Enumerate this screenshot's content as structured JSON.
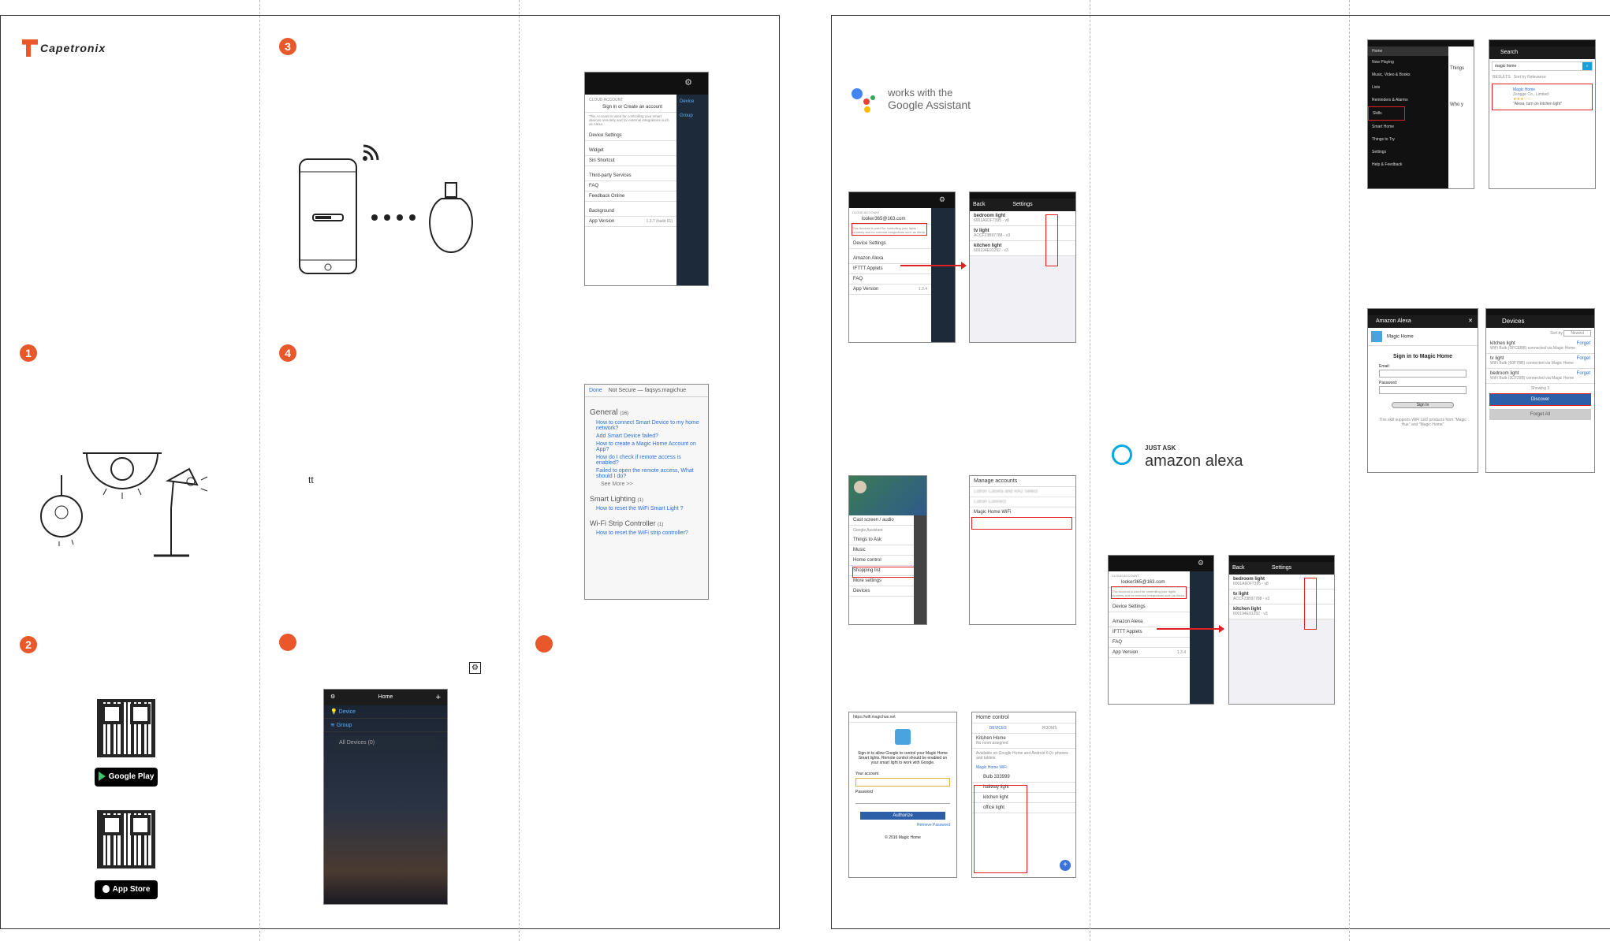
{
  "brand": {
    "name": "Capetronix"
  },
  "steps": {
    "s1": "1",
    "s2": "2",
    "s3": "3",
    "s4": "4"
  },
  "stores": {
    "google": "Google Play",
    "apple": "App Store"
  },
  "misc": {
    "tt": "tt"
  },
  "settings_menu": {
    "cloud_account": "CLOUD ACCOUNT",
    "sign_in": "Sign in or Create an account",
    "note": "This Account is used for controlling your smart devices remotely and for external integrations such as Alexa.",
    "items": [
      "Device Settings",
      "Widget",
      "Siri Shortcut",
      "Third-party Services",
      "FAQ",
      "Feedback Online",
      "Background",
      "App Version"
    ],
    "version": "1.3.7 (build 61)",
    "side": [
      "Device",
      "Group"
    ]
  },
  "faq": {
    "done": "Done",
    "url": "Not Secure — faqsys.magichue",
    "general": "General",
    "general_count": "(16)",
    "general_items": [
      "How to connect Smart Device to my home network?",
      "Add Smart Device failed?",
      "How to create a Magic Home Account on App?",
      "How do I check if remote access is enabled?",
      "Failed to open the remote access, What should I do?"
    ],
    "see_more": "See More >>",
    "smart_lighting": "Smart Lighting",
    "smart_lighting_count": "(1)",
    "smart_lighting_item": "How to reset the WiFi Smart Light ?",
    "wifi_strip": "Wi-Fi Strip Controller",
    "wifi_strip_count": "(1)",
    "wifi_strip_item": "How to reset the WiFi strip controller?"
  },
  "home_screen": {
    "title": "Home",
    "device": "Device",
    "group": "Group",
    "all_devices": "All Devices (0)"
  },
  "google_logo": {
    "line1": "works with the",
    "line2": "Google Assistant"
  },
  "alexa_logo": {
    "line1": "JUST ASK",
    "line2": "amazon alexa"
  },
  "account_menu": {
    "cloud_account": "CLOUD ACCOUNT",
    "email": "looker365@163.com",
    "note": "This Account is used for controlling your lights remotely and for external integrations such as Alexa.",
    "items": [
      "Device Settings",
      "Amazon Alexa",
      "IFTTT Applets",
      "FAQ",
      "App Version"
    ],
    "version": "1.3.4"
  },
  "device_settings": {
    "back": "Back",
    "title": "Settings",
    "devices": [
      {
        "name": "bedroom light",
        "id": "6001A6DF7395 - v8"
      },
      {
        "name": "tv light",
        "id": "ACCF23B97788 - v3"
      },
      {
        "name": "kitchen light",
        "id": "600194E91292 - v3"
      }
    ]
  },
  "google_drawer": {
    "items": [
      "Cast screen / audio",
      "Google Assistant",
      "Things to Ask",
      "Music",
      "Home control",
      "Shopping list",
      "More settings",
      "Devices"
    ]
  },
  "manage_accounts": {
    "title": "Manage accounts",
    "items": [
      "Lutron Caseta and RA2 Select",
      "Lutron Connect",
      "Magic Home WiFi"
    ]
  },
  "google_signin": {
    "url": "https://wifi.magichue.net",
    "text": "Sign-in to allow Google to control your Magic Home Smart lights. Remote control should be enabled on your smart light to work with Google.",
    "account_label": "Your account",
    "password_label": "Password",
    "button": "Authorize",
    "retrieve": "Retrieve Password",
    "footer": "© 2016 Magic Home"
  },
  "home_control": {
    "title": "Home control",
    "tabs": [
      "DEVICES",
      "ROOMS"
    ],
    "first_device": "Kitchen Home",
    "no_room": "No room assigned",
    "note": "Available on Google Home and Android 6.0+ phones and tablets",
    "section": "Magic Home WiFi",
    "devices": [
      "Bulb 333999",
      "hallway light",
      "kitchen light",
      "office light"
    ]
  },
  "alexa_menu": {
    "home": "Home",
    "items": [
      "Now Playing",
      "Music, Video & Books",
      "Lists",
      "Reminders & Alarms",
      "Skills",
      "Smart Home",
      "Things to Try",
      "Settings",
      "Help & Feedback"
    ],
    "partial": "Things",
    "partial2": "Who y"
  },
  "alexa_search": {
    "title": "Search",
    "query": "magic home",
    "results": "RESULTS",
    "sort": "Sort by",
    "relevance": "Relevance",
    "skill_name": "Magic Home",
    "skill_company": "Zengge Co., Limited",
    "skill_quote": "\"Alexa, turn on kitchen light\""
  },
  "alexa_signin": {
    "header": "Amazon Alexa",
    "app": "Magic Home",
    "title": "Sign in to Magic Home",
    "email": "Email:",
    "password": "Password:",
    "button": "Sign In",
    "note": "This skill supports WiFi LED products from \"Magic Hue\" and \"Magic Home\""
  },
  "alexa_devices": {
    "title": "Devices",
    "sort": "Sort by",
    "sort_value": "Newest",
    "forget": "Forget",
    "devices": [
      {
        "name": "kitchen light",
        "desc": "WiFi Bulb (DFCEBB) connected via Magic Home"
      },
      {
        "name": "tv light",
        "desc": "WiFi Bulb (50F7BB) connected via Magic Home"
      },
      {
        "name": "bedroom light",
        "desc": "WiFi Bulb (3CF29B) connected via Magic Home"
      }
    ],
    "showing": "Showing 3",
    "discover": "Discover",
    "forget_all": "Forget All"
  },
  "colors": {
    "accent": "#e8582a",
    "link": "#2a6fd6",
    "highlight": "#e02020",
    "alexa": "#00a8e1"
  }
}
